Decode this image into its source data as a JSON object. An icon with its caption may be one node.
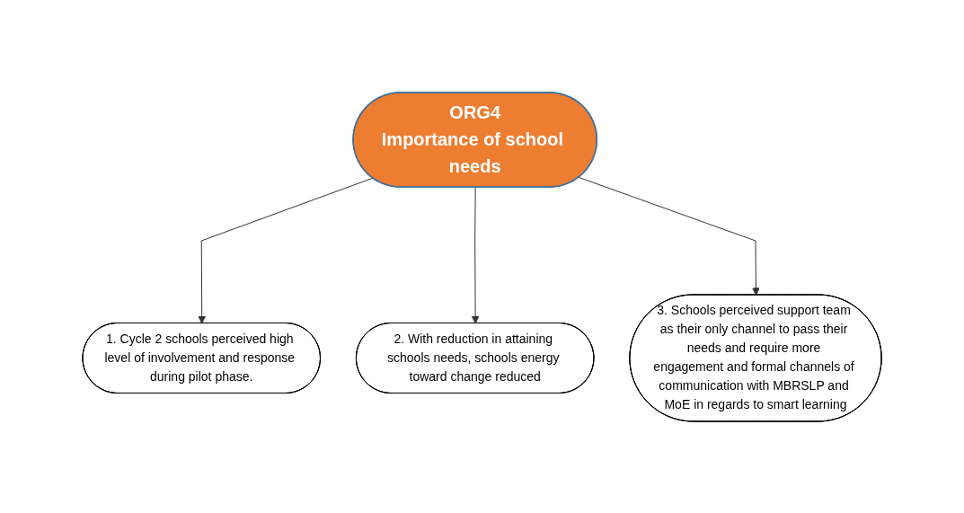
{
  "diagram": {
    "nodes": [
      {
        "text": [
          "ORG4",
          "Importance of school needs"
        ]
      },
      {
        "text": [
          "1. Cycle 2 schools perceived high level of involvement and response during pilot phase."
        ]
      },
      {
        "text": [
          "2. With reduction in attaining schools needs, schools energy toward change reduced"
        ]
      },
      {
        "text": [
          "3. Schools perceived support team as their only channel to pass their needs and require more engagement and formal channels of communication with MBRSLP and MoE in regards to smart learning"
        ]
      }
    ],
    "edges": [
      {
        "from": 0,
        "to": 1,
        "arrow": "to"
      },
      {
        "from": 0,
        "to": 2,
        "arrow": "to"
      },
      {
        "from": 0,
        "to": 3,
        "arrow": "to"
      }
    ]
  }
}
